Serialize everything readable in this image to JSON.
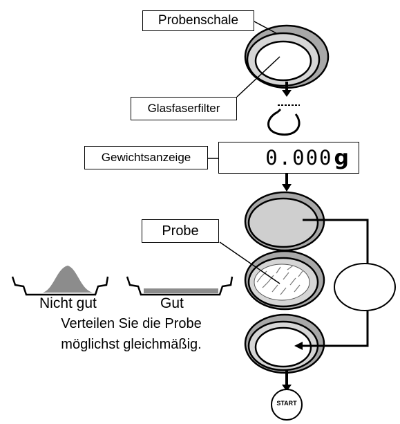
{
  "labels": {
    "sample_pan": "Probenschale",
    "glass_fiber_filter": "Glasfaserfilter",
    "weight_display": "Gewichtsanzeige",
    "sample": "Probe",
    "not_good": "Nicht gut",
    "good": "Gut",
    "instruction_line1": "Verteilen Sie die Probe",
    "instruction_line2": "möglichst gleichmäßig."
  },
  "display": {
    "value": "0.000",
    "unit": "g"
  },
  "start_button": {
    "label": "START"
  },
  "colors": {
    "pan_fill": "#c8c8c8",
    "pan_rim": "#9a9a9a",
    "sample_mound": "#8c8c8c",
    "stroke": "#000000"
  }
}
